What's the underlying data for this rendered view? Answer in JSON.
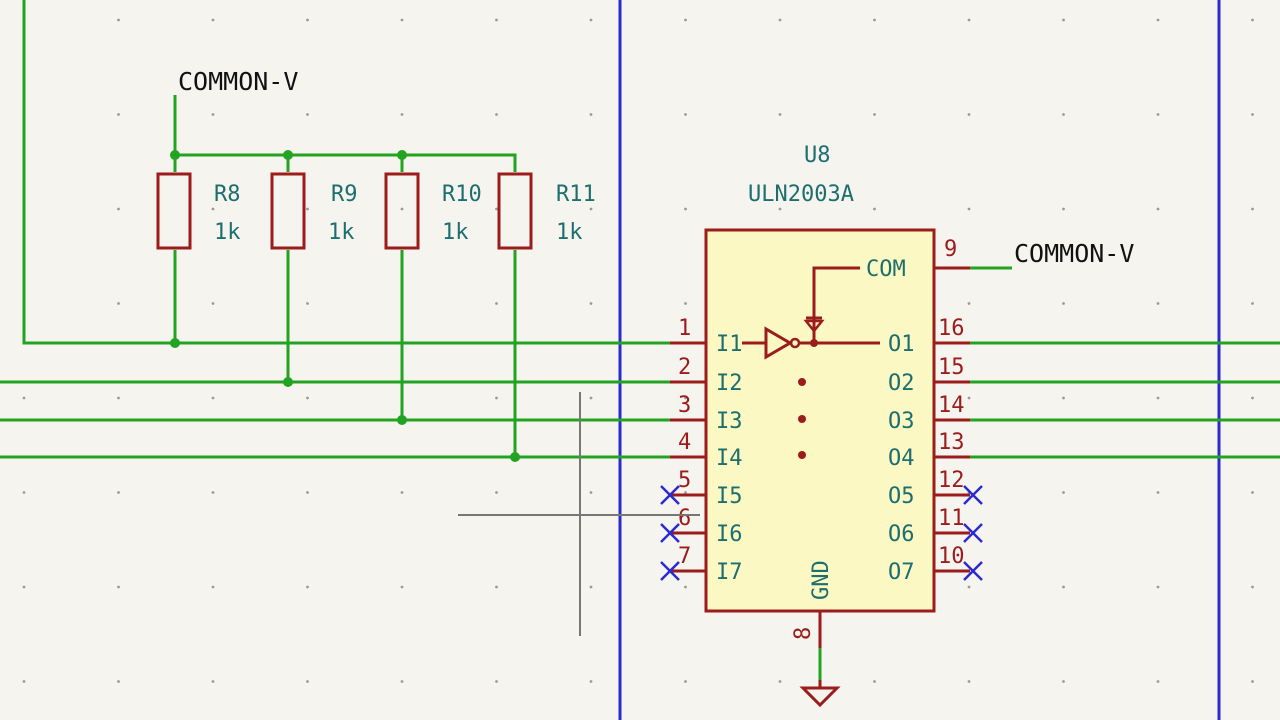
{
  "net_labels": {
    "left": "COMMON-V",
    "right": "COMMON-V"
  },
  "resistors": [
    {
      "ref": "R8",
      "value": "1k"
    },
    {
      "ref": "R9",
      "value": "1k"
    },
    {
      "ref": "R10",
      "value": "1k"
    },
    {
      "ref": "R11",
      "value": "1k"
    }
  ],
  "ic": {
    "ref": "U8",
    "value": "ULN2003A",
    "com_pin": {
      "num": "9",
      "name": "COM"
    },
    "gnd_pin": {
      "num": "8",
      "name": "GND"
    },
    "left_pins": [
      {
        "num": "1",
        "name": "I1"
      },
      {
        "num": "2",
        "name": "I2"
      },
      {
        "num": "3",
        "name": "I3"
      },
      {
        "num": "4",
        "name": "I4"
      },
      {
        "num": "5",
        "name": "I5"
      },
      {
        "num": "6",
        "name": "I6"
      },
      {
        "num": "7",
        "name": "I7"
      }
    ],
    "right_pins": [
      {
        "num": "16",
        "name": "O1"
      },
      {
        "num": "15",
        "name": "O2"
      },
      {
        "num": "14",
        "name": "O3"
      },
      {
        "num": "13",
        "name": "O4"
      },
      {
        "num": "12",
        "name": "O5"
      },
      {
        "num": "11",
        "name": "O6"
      },
      {
        "num": "10",
        "name": "O7"
      }
    ]
  },
  "colors": {
    "background": "#f5f4ef",
    "wire": "#22a322",
    "symbol": "#9c1b1b",
    "symbol_fill": "#fbf8c4",
    "reference_text": "#1d6e6e",
    "sheet_border": "#2a2ad0",
    "no_connect": "#2a2ad0"
  }
}
